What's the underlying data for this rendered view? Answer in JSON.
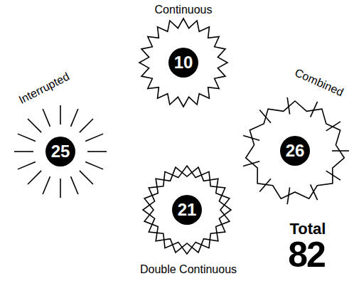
{
  "diagram": {
    "nodes": [
      {
        "text": [
          "Continuous",
          "10"
        ]
      },
      {
        "text": [
          "Interrupted",
          "25"
        ]
      },
      {
        "text": [
          "Combined",
          "26"
        ]
      },
      {
        "text": [
          "Double Continuous",
          "21"
        ]
      }
    ],
    "labels": [
      "Total",
      "82"
    ]
  }
}
